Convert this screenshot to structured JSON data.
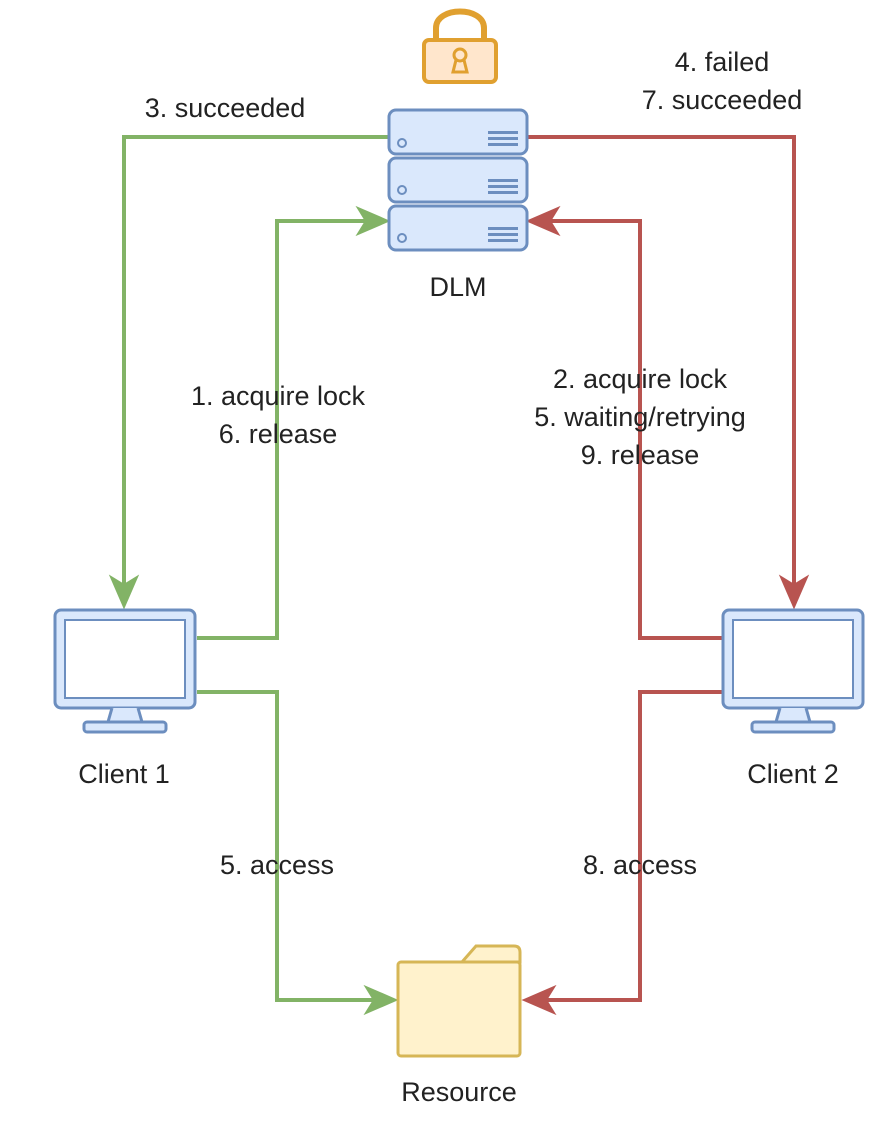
{
  "nodes": {
    "dlm": {
      "label": "DLM",
      "icon": "server-rack-icon"
    },
    "lock": {
      "icon": "padlock-icon"
    },
    "client1": {
      "label": "Client 1",
      "icon": "monitor-icon"
    },
    "client2": {
      "label": "Client 2",
      "icon": "monitor-icon"
    },
    "resource": {
      "label": "Resource",
      "icon": "folder-icon"
    }
  },
  "edges": {
    "dlm_to_client1": {
      "lines": [
        "3. succeeded"
      ]
    },
    "dlm_to_client2": {
      "lines": [
        "4. failed",
        "7. succeeded"
      ]
    },
    "client1_to_dlm": {
      "lines": [
        "1. acquire lock",
        "6. release"
      ]
    },
    "client2_to_dlm": {
      "lines": [
        "2. acquire lock",
        "5. waiting/retrying",
        "9. release"
      ]
    },
    "client1_to_resource": {
      "lines": [
        "5. access"
      ]
    },
    "client2_to_resource": {
      "lines": [
        "8. access"
      ]
    }
  },
  "colors": {
    "green": "#82b366",
    "red": "#b85450",
    "server_fill": "#dae8fc",
    "server_stroke": "#6c8ebf",
    "lock_fill": "#ffe6cc",
    "lock_stroke": "#e0a030",
    "folder_fill": "#fff2cc",
    "folder_stroke": "#d6b656"
  }
}
